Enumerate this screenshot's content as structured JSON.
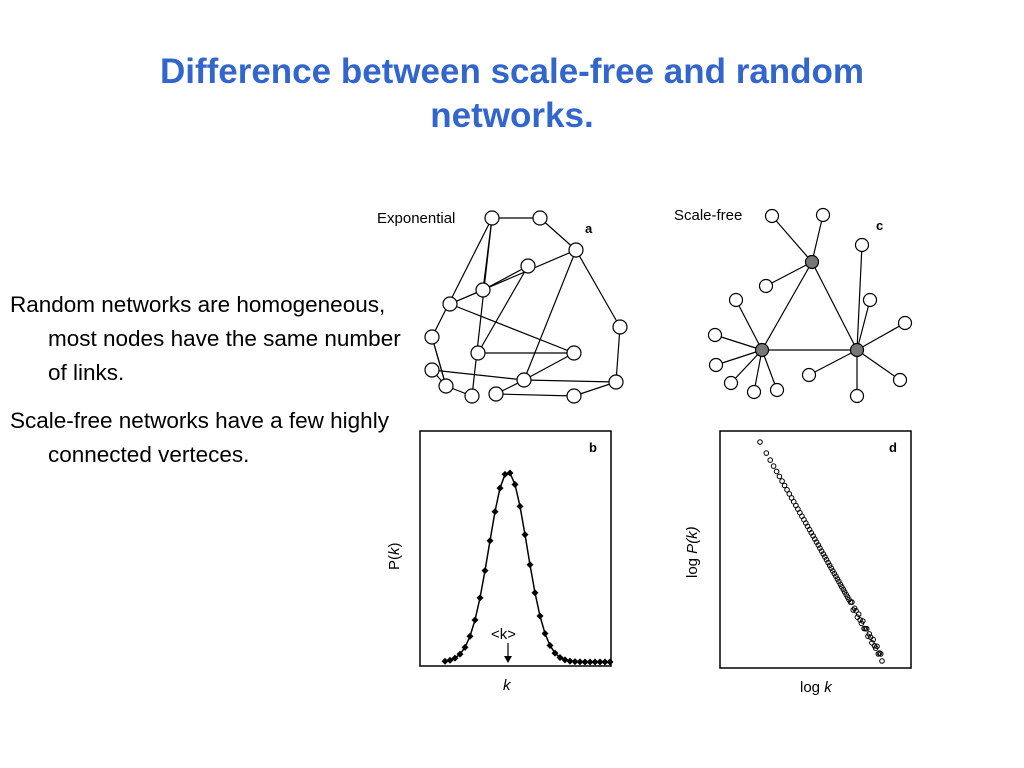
{
  "title": "Difference between scale-free and random networks.",
  "bullets": [
    "Random networks are homogeneous, most nodes have the same number of links.",
    "Scale-free networks have a few highly connected verteces."
  ],
  "figure": {
    "panel_a": {
      "label": "Exponential",
      "letter": "a"
    },
    "panel_b": {
      "letter": "b",
      "ylabel_prefix": "P(",
      "ylabel_var": "k",
      "ylabel_suffix": ")",
      "xlabel": "k",
      "mean_label": "<k>"
    },
    "panel_c": {
      "label": "Scale-free",
      "letter": "c"
    },
    "panel_d": {
      "letter": "d",
      "ylabel_prefix": "log ",
      "ylabel_var": "P(k)",
      "xlabel_prefix": "log ",
      "xlabel_var": "k"
    }
  },
  "colors": {
    "title": "#3366cc",
    "hub": "#777777",
    "node": "#ffffff",
    "line": "#000000"
  }
}
